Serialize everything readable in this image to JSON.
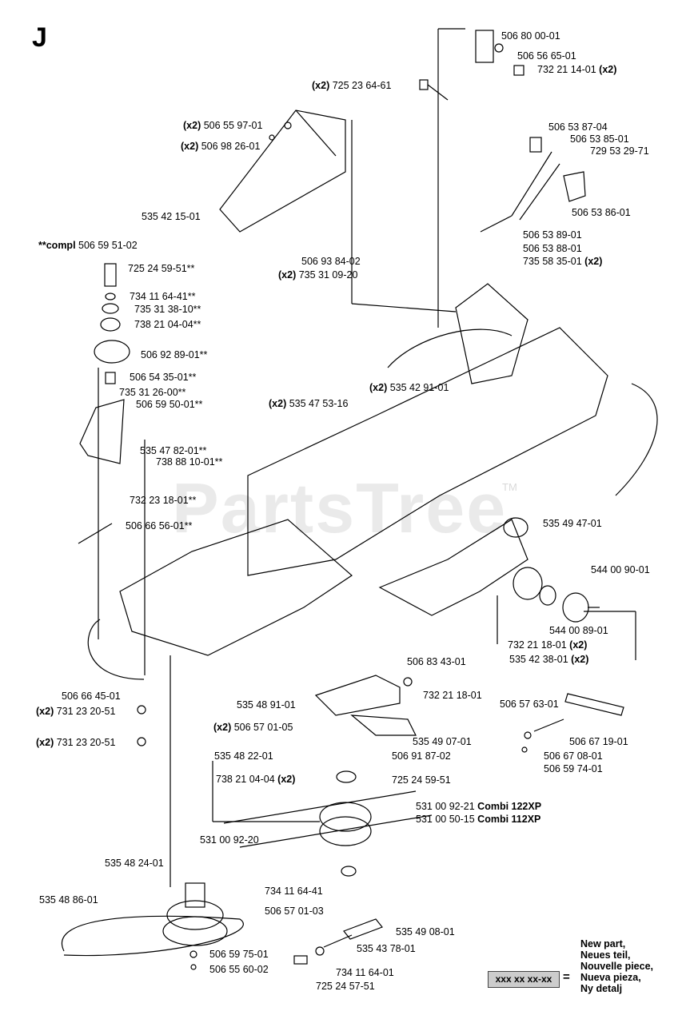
{
  "section_letter": "J",
  "watermark": "PartsTree",
  "watermark_tm": "TM",
  "compl_prefix": "**compl",
  "compl_number": "506 59 51-02",
  "labels": [
    {
      "qty": "",
      "part": "506 80 00-01",
      "suffix": ""
    },
    {
      "qty": "",
      "part": "506 56 65-01",
      "suffix": ""
    },
    {
      "qty": "",
      "part": "732 21 14-01",
      "suffix": "(x2)"
    },
    {
      "qty": "(x2)",
      "part": "725 23 64-61",
      "suffix": ""
    },
    {
      "qty": "(x2)",
      "part": "506 55 97-01",
      "suffix": ""
    },
    {
      "qty": "(x2)",
      "part": "506 98 26-01",
      "suffix": ""
    },
    {
      "qty": "",
      "part": "506 53 87-04",
      "suffix": ""
    },
    {
      "qty": "",
      "part": "506 53 85-01",
      "suffix": ""
    },
    {
      "qty": "",
      "part": "729 53 29-71",
      "suffix": ""
    },
    {
      "qty": "",
      "part": "535 42 15-01",
      "suffix": ""
    },
    {
      "qty": "",
      "part": "506 53 86-01",
      "suffix": ""
    },
    {
      "qty": "",
      "part": "506 53 89-01",
      "suffix": ""
    },
    {
      "qty": "",
      "part": "506 53 88-01",
      "suffix": ""
    },
    {
      "qty": "",
      "part": "735 58 35-01",
      "suffix": "(x2)"
    },
    {
      "qty": "",
      "part": "725 24 59-51**",
      "suffix": ""
    },
    {
      "qty": "",
      "part": "506 93 84-02",
      "suffix": ""
    },
    {
      "qty": "(x2)",
      "part": "735 31 09-20",
      "suffix": ""
    },
    {
      "qty": "",
      "part": "734 11 64-41**",
      "suffix": ""
    },
    {
      "qty": "",
      "part": "735 31 38-10**",
      "suffix": ""
    },
    {
      "qty": "",
      "part": "738 21 04-04**",
      "suffix": ""
    },
    {
      "qty": "",
      "part": "506 92 89-01**",
      "suffix": ""
    },
    {
      "qty": "",
      "part": "506 54 35-01**",
      "suffix": ""
    },
    {
      "qty": "",
      "part": "735 31 26-00**",
      "suffix": ""
    },
    {
      "qty": "(x2)",
      "part": "535 42 91-01",
      "suffix": ""
    },
    {
      "qty": "(x2)",
      "part": "535 47 53-16",
      "suffix": ""
    },
    {
      "qty": "",
      "part": "506 59 50-01**",
      "suffix": ""
    },
    {
      "qty": "",
      "part": "535 47 82-01**",
      "suffix": ""
    },
    {
      "qty": "",
      "part": "738 88 10-01**",
      "suffix": ""
    },
    {
      "qty": "",
      "part": "732 23 18-01**",
      "suffix": ""
    },
    {
      "qty": "",
      "part": "535 49 47-01",
      "suffix": ""
    },
    {
      "qty": "",
      "part": "506 66 56-01**",
      "suffix": ""
    },
    {
      "qty": "",
      "part": "544 00 90-01",
      "suffix": ""
    },
    {
      "qty": "",
      "part": "544 00 89-01",
      "suffix": ""
    },
    {
      "qty": "",
      "part": "732 21 18-01",
      "suffix": "(x2)"
    },
    {
      "qty": "",
      "part": "535 42 38-01",
      "suffix": "(x2)"
    },
    {
      "qty": "",
      "part": "506 83 43-01",
      "suffix": ""
    },
    {
      "qty": "",
      "part": "506 66 45-01",
      "suffix": ""
    },
    {
      "qty": "(x2)",
      "part": "731 23 20-51",
      "suffix": ""
    },
    {
      "qty": "",
      "part": "732 21 18-01",
      "suffix": ""
    },
    {
      "qty": "",
      "part": "535 48 91-01",
      "suffix": ""
    },
    {
      "qty": "",
      "part": "506 57 63-01",
      "suffix": ""
    },
    {
      "qty": "(x2)",
      "part": "506 57 01-05",
      "suffix": ""
    },
    {
      "qty": "",
      "part": "535 49 07-01",
      "suffix": ""
    },
    {
      "qty": "",
      "part": "506 67 19-01",
      "suffix": ""
    },
    {
      "qty": "(x2)",
      "part": "731 23 20-51",
      "suffix": ""
    },
    {
      "qty": "",
      "part": "506 67 08-01",
      "suffix": ""
    },
    {
      "qty": "",
      "part": "535 48 22-01",
      "suffix": ""
    },
    {
      "qty": "",
      "part": "506 91 87-02",
      "suffix": ""
    },
    {
      "qty": "",
      "part": "506 59 74-01",
      "suffix": ""
    },
    {
      "qty": "",
      "part": "738 21 04-04",
      "suffix": "(x2)"
    },
    {
      "qty": "",
      "part": "725 24 59-51",
      "suffix": ""
    },
    {
      "qty": "",
      "part": "531 00 92-21",
      "suffix": "Combi 122XP"
    },
    {
      "qty": "",
      "part": "531 00 50-15",
      "suffix": "Combi 112XP"
    },
    {
      "qty": "",
      "part": "531 00 92-20",
      "suffix": ""
    },
    {
      "qty": "",
      "part": "535 48 24-01",
      "suffix": ""
    },
    {
      "qty": "",
      "part": "734 11 64-41",
      "suffix": ""
    },
    {
      "qty": "",
      "part": "535 48 86-01",
      "suffix": ""
    },
    {
      "qty": "",
      "part": "506 57 01-03",
      "suffix": ""
    },
    {
      "qty": "",
      "part": "535 49 08-01",
      "suffix": ""
    },
    {
      "qty": "",
      "part": "535 43 78-01",
      "suffix": ""
    },
    {
      "qty": "",
      "part": "506 59 75-01",
      "suffix": ""
    },
    {
      "qty": "",
      "part": "506 55 60-02",
      "suffix": ""
    },
    {
      "qty": "",
      "part": "734 11 64-01",
      "suffix": ""
    },
    {
      "qty": "",
      "part": "725 24 57-51",
      "suffix": ""
    }
  ],
  "legend": {
    "box_text": "xxx xx xx-xx",
    "equals": "=",
    "lines": [
      "New part,",
      "Neues teil,",
      "Nouvelle piece,",
      "Nueva pieza,",
      "Ny detalj"
    ]
  }
}
